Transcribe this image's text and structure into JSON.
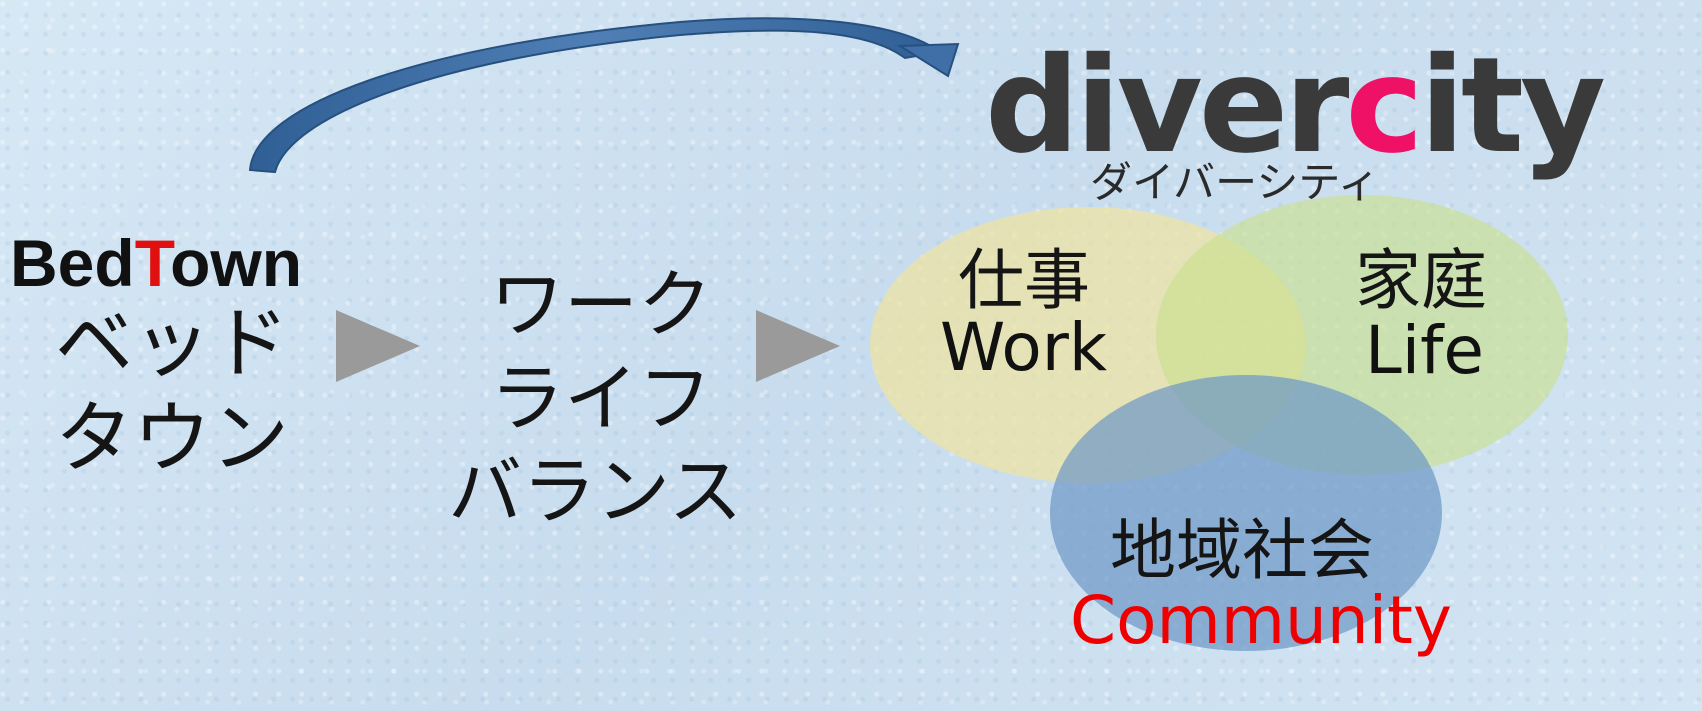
{
  "bedtown": {
    "en_prefix": "Bed",
    "en_accent": "T",
    "en_suffix": "own",
    "kana_line1": "ベッド",
    "kana_line2": "タウン"
  },
  "work_life_balance": {
    "line1": "ワーク",
    "line2": "ライフ",
    "line3": "バランス"
  },
  "divercity": {
    "prefix": "diver",
    "accent": "c",
    "suffix": "ity",
    "kana": "ダイバーシティ"
  },
  "circles": {
    "work": {
      "jp": "仕事",
      "en": "Work"
    },
    "life": {
      "jp": "家庭",
      "en": "Life"
    },
    "community": {
      "jp": "地域社会",
      "en": "Community"
    }
  },
  "colors": {
    "accent_red": "#e01010",
    "accent_pink": "#ee1166",
    "arrow_blue": "#3f6fa6",
    "triangle_gray": "#9a9a9a",
    "work_circle": "#e9dfa0",
    "life_circle": "#c7df95",
    "community_circle": "#7fa7cf"
  }
}
